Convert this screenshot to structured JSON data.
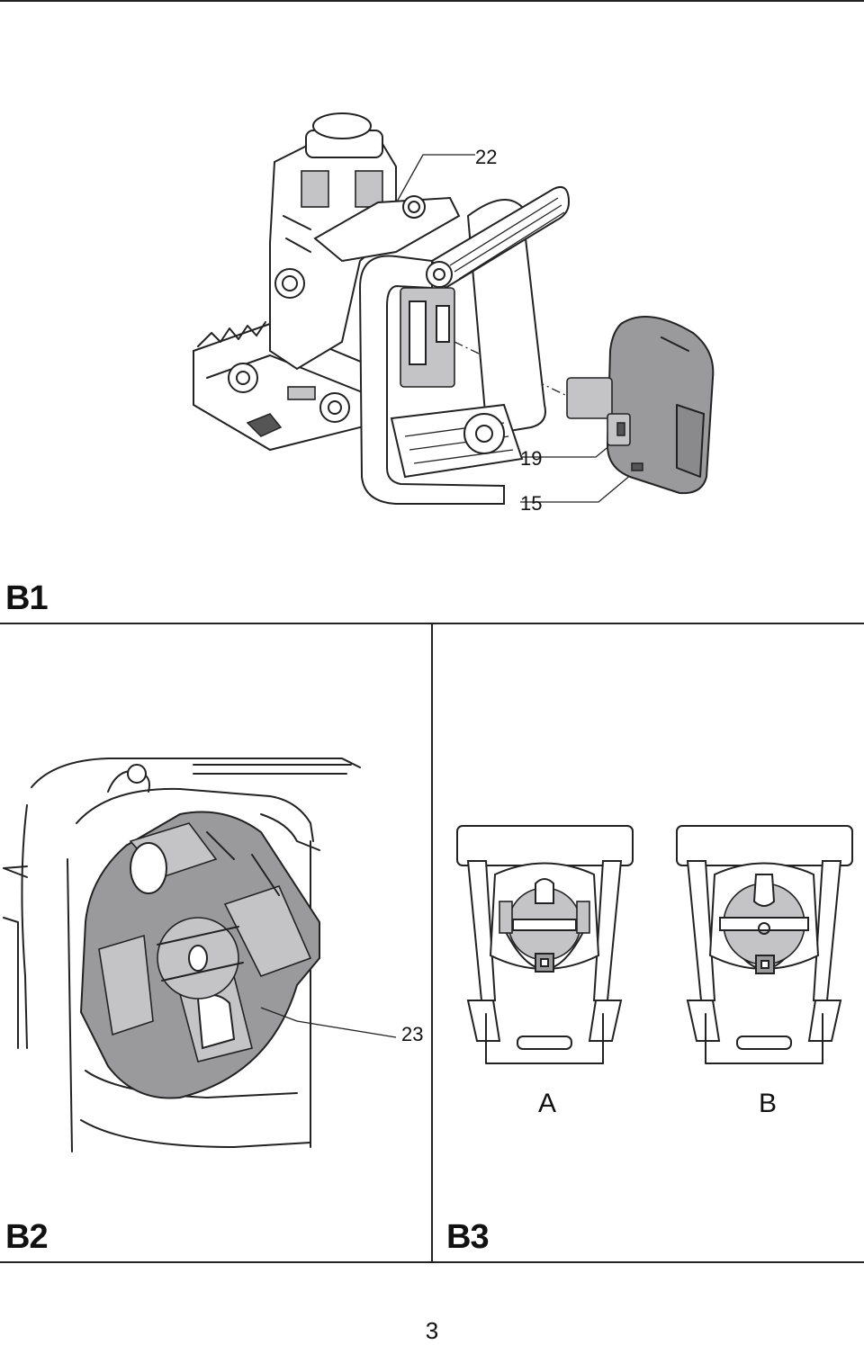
{
  "figure_b1": {
    "label": "B1",
    "callouts": {
      "c22": "22",
      "c19": "19",
      "c15": "15"
    }
  },
  "figure_b2": {
    "label": "B2",
    "callouts": {
      "c23": "23"
    }
  },
  "figure_b3": {
    "label": "B3",
    "sublabels": {
      "a": "A",
      "b": "B"
    }
  },
  "page_number": "3"
}
